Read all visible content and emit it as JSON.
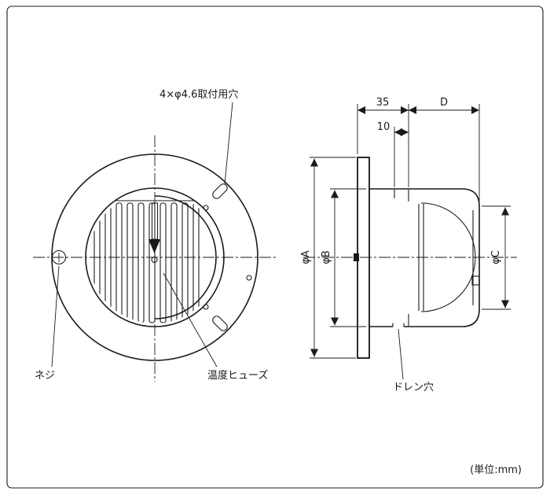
{
  "drawing": {
    "labels": {
      "mounting_hole": "4×φ4.6取付用穴",
      "screw": "ネジ",
      "thermal_fuse": "温度ヒューズ",
      "drain_hole": "ドレン穴",
      "unit_note": "(単位:mm)"
    },
    "dimensions": {
      "collar_depth": "35",
      "inset": "10",
      "hood_depth": "D",
      "dia_a": "φA",
      "dia_b": "φB",
      "dia_c": "φC"
    },
    "colors": {
      "line": "#1a1a1a",
      "background": "#ffffff"
    }
  }
}
